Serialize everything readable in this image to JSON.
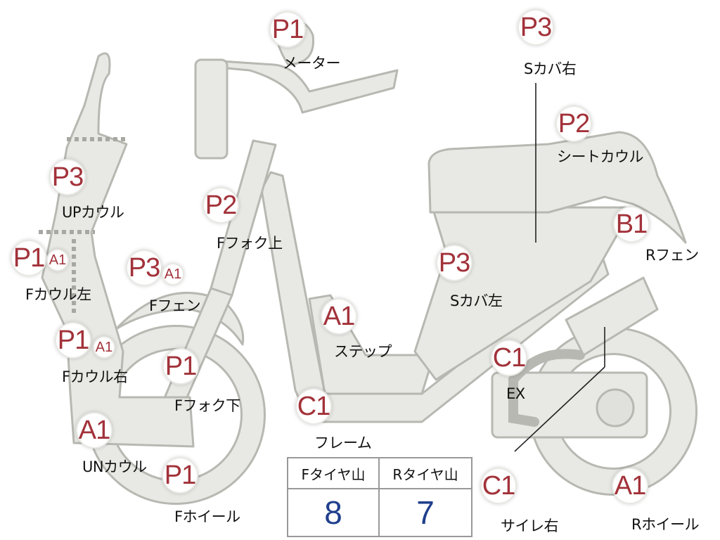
{
  "parts": [
    {
      "id": "meter",
      "grade": "P1",
      "label": "メーター"
    },
    {
      "id": "s-cover-right",
      "grade": "P3",
      "label": "Sカバ右"
    },
    {
      "id": "seat-cowl",
      "grade": "P2",
      "label": "シートカウル"
    },
    {
      "id": "up-cowl",
      "grade": "P3",
      "label": "UPカウル"
    },
    {
      "id": "f-fork-upper",
      "grade": "P2",
      "label": "Fフォク上"
    },
    {
      "id": "r-fender",
      "grade": "B1",
      "label": "Rフェン"
    },
    {
      "id": "f-cowl-left",
      "grade": "P1",
      "sub": "A1",
      "label": "Fカウル左"
    },
    {
      "id": "f-fender",
      "grade": "P3",
      "sub": "A1",
      "label": "Fフェン"
    },
    {
      "id": "s-cover-left",
      "grade": "P3",
      "label": "Sカバ左"
    },
    {
      "id": "step",
      "grade": "A1",
      "label": "ステップ"
    },
    {
      "id": "f-cowl-right",
      "grade": "P1",
      "sub": "A1",
      "label": "Fカウル右"
    },
    {
      "id": "exhaust",
      "grade": "C1",
      "label": "EX"
    },
    {
      "id": "f-fork-lower",
      "grade": "P1",
      "label": "Fフォク下"
    },
    {
      "id": "frame",
      "grade": "C1",
      "label": "フレーム"
    },
    {
      "id": "under-cowl",
      "grade": "A1",
      "label": "UNカウル"
    },
    {
      "id": "f-wheel",
      "grade": "P1",
      "label": "Fホイール"
    },
    {
      "id": "muffler-right",
      "grade": "C1",
      "label": "サイレ右"
    },
    {
      "id": "r-wheel",
      "grade": "A1",
      "label": "Rホイール"
    }
  ],
  "tire_table": {
    "front_header": "Fタイヤ山",
    "rear_header": "Rタイヤ山",
    "front_value": "8",
    "rear_value": "7"
  },
  "colors": {
    "grade_text": "#a2323a",
    "tire_value": "#1f3f8c",
    "part_fill": "#e8e8e4"
  }
}
